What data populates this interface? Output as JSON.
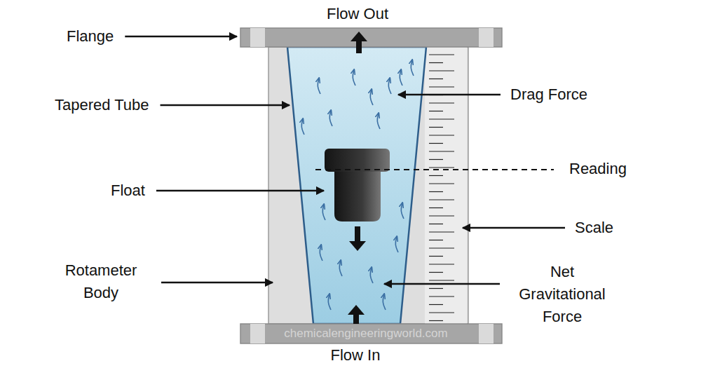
{
  "diagram": {
    "labels": [
      "Flow Out",
      "Flange",
      "Tapered Tube",
      "Drag Force",
      "Reading",
      "Float",
      "Scale",
      "Rotameter Body",
      "Net Gravitational Force",
      "Flow In",
      "chemicalengineeringworld.com"
    ]
  }
}
